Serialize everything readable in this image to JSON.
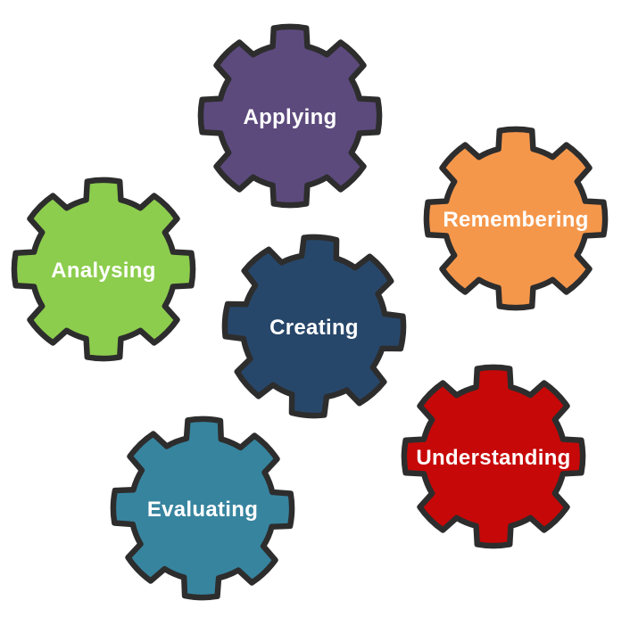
{
  "diagram": {
    "background_color": "#ffffff",
    "outline_color": "#2d2d2d",
    "label_color": "#ffffff"
  },
  "gears": [
    {
      "id": "applying",
      "label": "Applying",
      "color": "#5c4a7d"
    },
    {
      "id": "remembering",
      "label": "Remembering",
      "color": "#f5974b"
    },
    {
      "id": "analysing",
      "label": "Analysing",
      "color": "#8ccd4d"
    },
    {
      "id": "creating",
      "label": "Creating",
      "color": "#27476a"
    },
    {
      "id": "understanding",
      "label": "Understanding",
      "color": "#c70808"
    },
    {
      "id": "evaluating",
      "label": "Evaluating",
      "color": "#37849f"
    }
  ]
}
